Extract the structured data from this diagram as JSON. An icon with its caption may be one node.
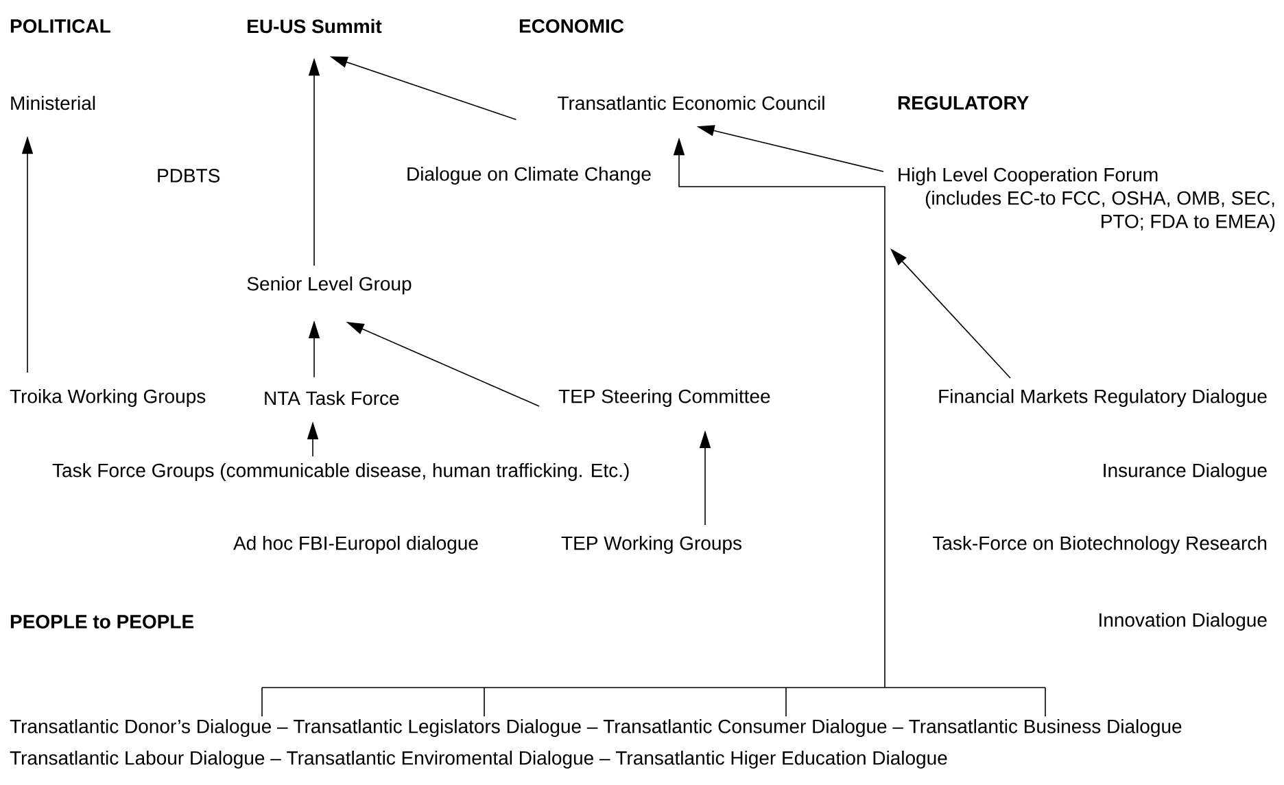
{
  "diagram": {
    "nodes": [
      {
        "text": [
          "EU-US Summit"
        ]
      },
      {
        "text": [
          "Ministerial"
        ]
      },
      {
        "text": [
          "Transatlantic Economic Council"
        ]
      },
      {
        "text": [
          "High Level Cooperation Forum",
          "(includes EC-to FCC, OSHA, OMB, SEC, PTO; FDA to EMEA)"
        ]
      },
      {
        "text": [
          "Senior Level Group"
        ]
      },
      {
        "text": [
          "Troika Working Groups"
        ]
      },
      {
        "text": [
          "NTA Task Force"
        ]
      },
      {
        "text": [
          "TEP Steering Committee"
        ]
      },
      {
        "text": [
          "Financial Markets Regulatory Dialogue"
        ]
      },
      {
        "text": [
          "Task Force Groups (communicable disease, human trafficking. Etc.)"
        ]
      },
      {
        "text": [
          "TEP Working Groups"
        ]
      },
      {
        "text": [
          "Transatlantic Donor’s Dialogue – Transatlantic Legislators Dialogue – Transatlantic Consumer Dialogue – Transatlantic Business Dialogue",
          "Transatlantic Labour Dialogue – Transatlantic Enviromental Dialogue – Transatlantic Higer Education Dialogue"
        ]
      }
    ],
    "edges": [
      {
        "from": 4,
        "to": 0,
        "arrow": "to"
      },
      {
        "from": 2,
        "to": 0,
        "arrow": "to"
      },
      {
        "from": 5,
        "to": 1,
        "arrow": "to"
      },
      {
        "from": 3,
        "to": 2,
        "arrow": "to"
      },
      {
        "from": 11,
        "to": 2,
        "arrow": "to"
      },
      {
        "from": 8,
        "to": 3,
        "arrow": "to"
      },
      {
        "from": 6,
        "to": 4,
        "arrow": "to"
      },
      {
        "from": 7,
        "to": 4,
        "arrow": "to"
      },
      {
        "from": 9,
        "to": 6,
        "arrow": "to"
      },
      {
        "from": 10,
        "to": 7,
        "arrow": "to"
      }
    ],
    "labels": [
      "POLITICAL",
      "ECONOMIC",
      "REGULATORY",
      "PDBTS",
      "Dialogue on Climate Change",
      "Insurance Dialogue",
      "Ad hoc FBI-Europol dialogue",
      "Task-Force on Biotechnology Research",
      "PEOPLE to PEOPLE",
      "Innovation Dialogue"
    ]
  }
}
